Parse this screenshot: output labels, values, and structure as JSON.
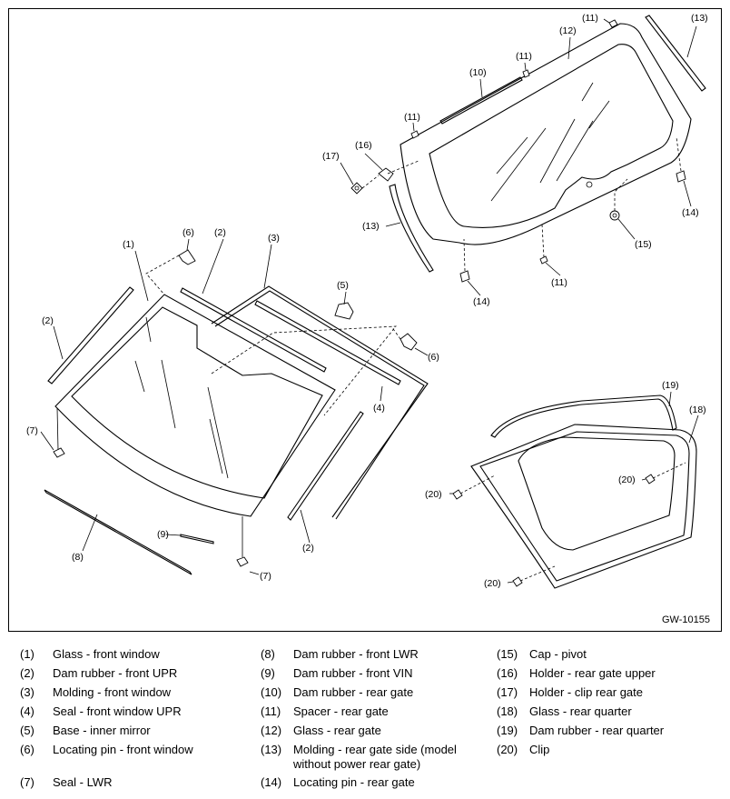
{
  "figure_code": "GW-10155",
  "callouts": {
    "c1": "(1)",
    "c2": "(2)",
    "c3": "(3)",
    "c4": "(4)",
    "c5": "(5)",
    "c6": "(6)",
    "c7": "(7)",
    "c8": "(8)",
    "c9": "(9)",
    "c10": "(10)",
    "c11": "(11)",
    "c12": "(12)",
    "c13": "(13)",
    "c14": "(14)",
    "c15": "(15)",
    "c16": "(16)",
    "c17": "(17)",
    "c18": "(18)",
    "c19": "(19)",
    "c20": "(20)"
  },
  "legend": [
    {
      "num": "(1)",
      "text": "Glass - front window"
    },
    {
      "num": "(2)",
      "text": "Dam rubber - front UPR"
    },
    {
      "num": "(3)",
      "text": "Molding - front window"
    },
    {
      "num": "(4)",
      "text": "Seal - front window UPR"
    },
    {
      "num": "(5)",
      "text": "Base - inner mirror"
    },
    {
      "num": "(6)",
      "text": "Locating pin - front window"
    },
    {
      "num": "(7)",
      "text": "Seal - LWR"
    },
    {
      "num": "(8)",
      "text": "Dam rubber - front LWR"
    },
    {
      "num": "(9)",
      "text": "Dam rubber - front VIN"
    },
    {
      "num": "(10)",
      "text": "Dam rubber - rear gate"
    },
    {
      "num": "(11)",
      "text": "Spacer - rear gate"
    },
    {
      "num": "(12)",
      "text": "Glass - rear gate"
    },
    {
      "num": "(13)",
      "text": "Molding - rear gate side (model without power rear gate)"
    },
    {
      "num": "(14)",
      "text": "Locating pin - rear gate"
    },
    {
      "num": "(15)",
      "text": "Cap - pivot"
    },
    {
      "num": "(16)",
      "text": "Holder - rear gate upper"
    },
    {
      "num": "(17)",
      "text": "Holder - clip rear gate"
    },
    {
      "num": "(18)",
      "text": "Glass - rear quarter"
    },
    {
      "num": "(19)",
      "text": "Dam rubber - rear quarter"
    },
    {
      "num": "(20)",
      "text": "Clip"
    }
  ]
}
